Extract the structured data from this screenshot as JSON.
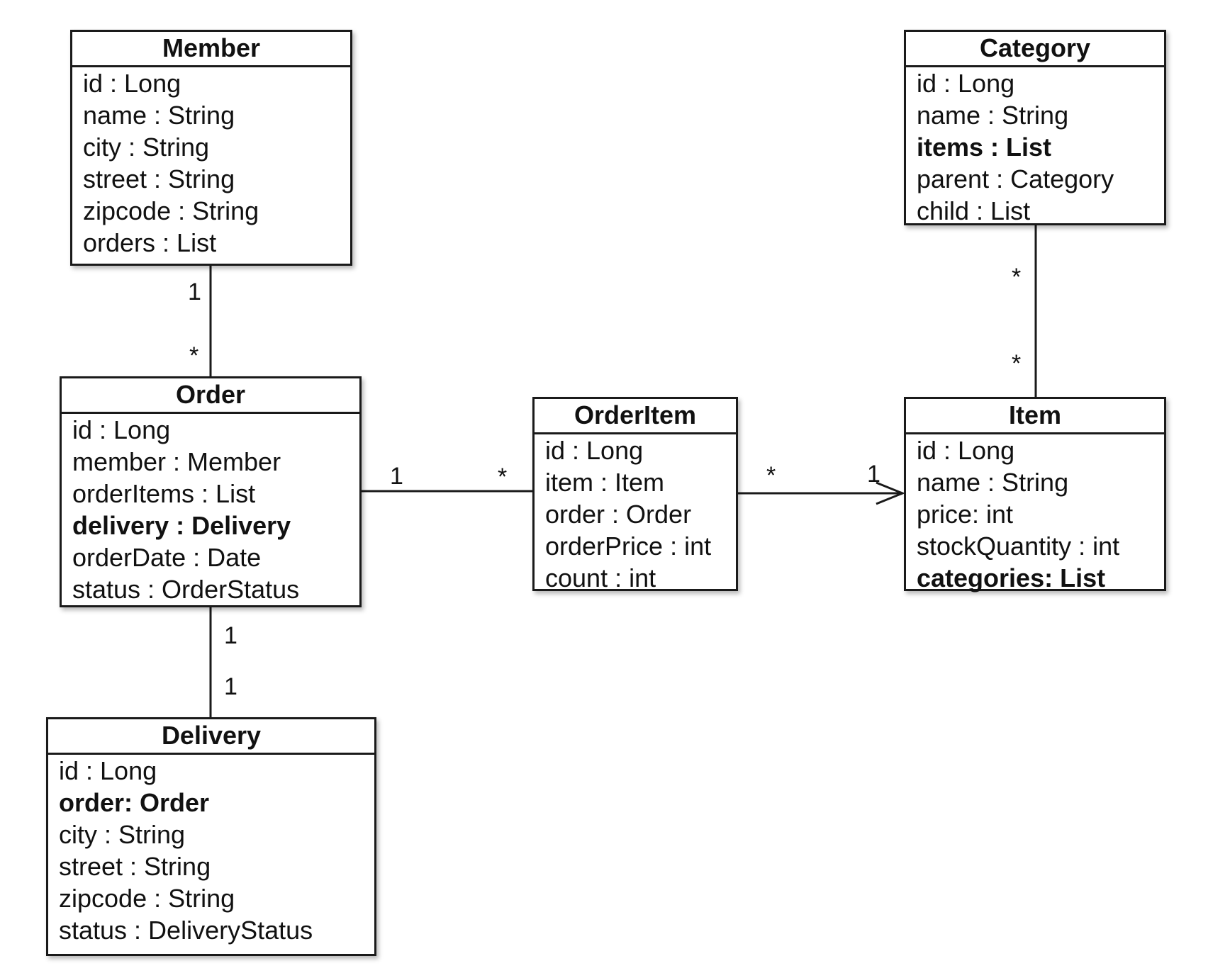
{
  "classes": {
    "member": {
      "title": "Member",
      "attributes": [
        {
          "text": "id : Long",
          "bold": false
        },
        {
          "text": "name : String",
          "bold": false
        },
        {
          "text": "city : String",
          "bold": false
        },
        {
          "text": "street : String",
          "bold": false
        },
        {
          "text": "zipcode : String",
          "bold": false
        },
        {
          "text": "orders : List",
          "bold": false
        }
      ]
    },
    "category": {
      "title": "Category",
      "attributes": [
        {
          "text": "id : Long",
          "bold": false
        },
        {
          "text": "name : String",
          "bold": false
        },
        {
          "text": "items : List",
          "bold": true
        },
        {
          "text": "parent : Category",
          "bold": false
        },
        {
          "text": "child : List",
          "bold": false
        }
      ]
    },
    "order": {
      "title": "Order",
      "attributes": [
        {
          "text": "id : Long",
          "bold": false
        },
        {
          "text": "member : Member",
          "bold": false
        },
        {
          "text": "orderItems : List",
          "bold": false
        },
        {
          "text": "delivery : Delivery",
          "bold": true
        },
        {
          "text": "orderDate : Date",
          "bold": false
        },
        {
          "text": "status : OrderStatus",
          "bold": false
        }
      ]
    },
    "orderitem": {
      "title": "OrderItem",
      "attributes": [
        {
          "text": "id : Long",
          "bold": false
        },
        {
          "text": "item : Item",
          "bold": false
        },
        {
          "text": "order : Order",
          "bold": false
        },
        {
          "text": "orderPrice : int",
          "bold": false
        },
        {
          "text": "count : int",
          "bold": false
        }
      ]
    },
    "item": {
      "title": "Item",
      "attributes": [
        {
          "text": "id : Long",
          "bold": false
        },
        {
          "text": "name : String",
          "bold": false
        },
        {
          "text": "price: int",
          "bold": false
        },
        {
          "text": "stockQuantity : int",
          "bold": false
        },
        {
          "text": "categories: List",
          "bold": true
        }
      ]
    },
    "delivery": {
      "title": "Delivery",
      "attributes": [
        {
          "text": "id : Long",
          "bold": false
        },
        {
          "text": "order: Order",
          "bold": true
        },
        {
          "text": "city : String",
          "bold": false
        },
        {
          "text": "street : String",
          "bold": false
        },
        {
          "text": "zipcode : String",
          "bold": false
        },
        {
          "text": "status : DeliveryStatus",
          "bold": false
        }
      ]
    }
  },
  "associations": {
    "member_order": {
      "member_end": "1",
      "order_end": "*"
    },
    "order_orderitem": {
      "order_end": "1",
      "orderitem_end": "*"
    },
    "orderitem_item": {
      "orderitem_end": "*",
      "item_end": "1",
      "directed": true
    },
    "category_item": {
      "category_end": "*",
      "item_end": "*"
    },
    "order_delivery": {
      "order_end": "1",
      "delivery_end": "1"
    }
  }
}
